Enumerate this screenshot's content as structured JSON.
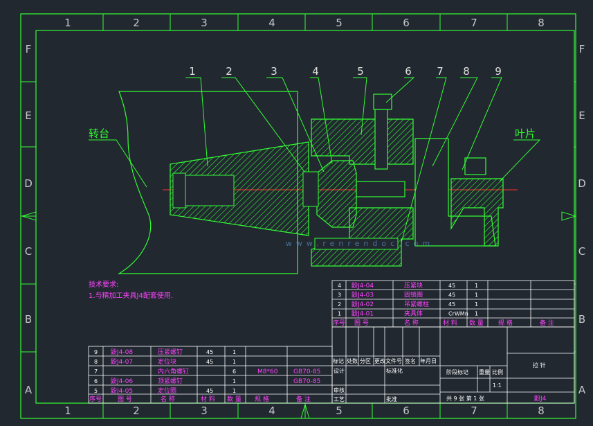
{
  "grid": {
    "columns": [
      "1",
      "2",
      "3",
      "4",
      "5",
      "6",
      "7",
      "8"
    ],
    "rows": [
      "F",
      "E",
      "D",
      "C",
      "B",
      "A"
    ]
  },
  "callouts": [
    "1",
    "2",
    "3",
    "4",
    "5",
    "6",
    "7",
    "8",
    "9"
  ],
  "labels": {
    "turntable": "转台",
    "blade": "叶片"
  },
  "tech": {
    "title": "技术要求:",
    "note1": "1.与精加工夹具J4配套使用."
  },
  "watermark": "www.renrendoc.com",
  "bom_right": {
    "rows": [
      {
        "no": "4",
        "code": "鼢J4-04",
        "name": "压紧块",
        "material": "45",
        "qty": "1"
      },
      {
        "no": "3",
        "code": "鼢J4-03",
        "name": "固锁圈",
        "material": "45",
        "qty": "1"
      },
      {
        "no": "2",
        "code": "鼢J4-02",
        "name": "吊紧螺柱",
        "material": "45",
        "qty": "1"
      },
      {
        "no": "1",
        "code": "鼢J4-01",
        "name": "夹具体",
        "material": "CrWMn",
        "qty": "1"
      }
    ],
    "header": {
      "no": "序号",
      "code": "图 号",
      "name": "名 称",
      "material": "材 料",
      "qty": "数 量",
      "spec": "规 格",
      "remark": "备 注"
    }
  },
  "bom_left": {
    "rows": [
      {
        "no": "9",
        "code": "鼢J4-08",
        "name": "压紧螺钉",
        "material": "45",
        "qty": "1",
        "spec": "",
        "remark": ""
      },
      {
        "no": "8",
        "code": "鼢J4-07",
        "name": "定位块",
        "material": "45",
        "qty": "1",
        "spec": "",
        "remark": ""
      },
      {
        "no": "7",
        "code": "",
        "name": "内六角螺钉",
        "material": "",
        "qty": "6",
        "spec": "M8*60",
        "remark": "GB70-85"
      },
      {
        "no": "6",
        "code": "鼢J4-06",
        "name": "顶紧螺钉",
        "material": "",
        "qty": "1",
        "spec": "",
        "remark": "GB70-85"
      },
      {
        "no": "5",
        "code": "鼢J4-05",
        "name": "定位圈",
        "material": "45",
        "qty": "1",
        "spec": "",
        "remark": ""
      }
    ],
    "header": {
      "no": "序号",
      "code": "图 号",
      "name": "名 称",
      "material": "材 料",
      "qty": "数 量",
      "spec": "规 格",
      "remark": "备 注"
    }
  },
  "title_block": {
    "rev_headers": [
      "标记",
      "处数",
      "分区",
      "更改文件号",
      "签名",
      "年月日"
    ],
    "design": "设计",
    "standard": "标准化",
    "review": "审核",
    "process": "工艺",
    "approve": "批准",
    "stage": "阶段标记",
    "weight": "重量",
    "scale": "比例",
    "scale_value": "1:1",
    "sheets": "共 9 张   第 1 张",
    "part_name": "拉 针",
    "drawing_no": "鼢J4"
  }
}
